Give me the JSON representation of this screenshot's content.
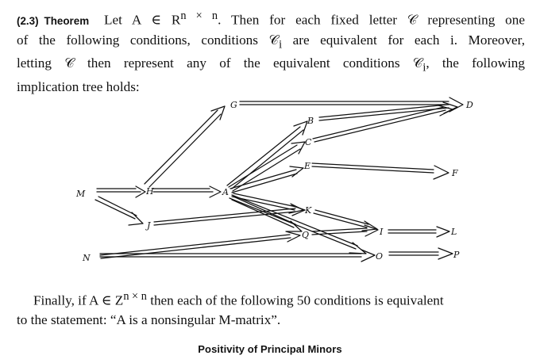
{
  "theorem": {
    "number": "(2.3)",
    "label": "Theorem",
    "line1_text": "Let A ∈ R",
    "line1_sup": "n × n",
    "line1_rest": ". Then for each fixed letter 𝒞 representing one",
    "line2": "of the following conditions, conditions 𝒞",
    "line2_sub": "i",
    "line2_rest": " are equivalent for each i. Moreover,",
    "line3": "letting 𝒞 then represent any of the equivalent conditions 𝒞",
    "line3_sub": "i",
    "line3_rest": ", the following",
    "line4": "implication tree holds:"
  },
  "diagram": {
    "nodes": [
      "M",
      "H",
      "J",
      "A",
      "G",
      "B",
      "C",
      "E",
      "K",
      "Q",
      "N",
      "I",
      "O",
      "D",
      "F",
      "L",
      "P"
    ],
    "edges": [
      [
        "M",
        "H"
      ],
      [
        "M",
        "J"
      ],
      [
        "H",
        "A"
      ],
      [
        "H",
        "G"
      ],
      [
        "G",
        "D"
      ],
      [
        "A",
        "B"
      ],
      [
        "A",
        "C"
      ],
      [
        "A",
        "E"
      ],
      [
        "B",
        "D"
      ],
      [
        "C",
        "D"
      ],
      [
        "E",
        "F"
      ],
      [
        "A",
        "K"
      ],
      [
        "A",
        "Q"
      ],
      [
        "J",
        "K"
      ],
      [
        "K",
        "I"
      ],
      [
        "Q",
        "I"
      ],
      [
        "I",
        "L"
      ],
      [
        "N",
        "Q"
      ],
      [
        "N",
        "O"
      ],
      [
        "O",
        "P"
      ],
      [
        "A",
        "O"
      ]
    ]
  },
  "final": {
    "line1_text": "Finally, if A ∈ Z",
    "line1_sup": "n × n",
    "line1_rest": " then each of the following 50 conditions is equivalent",
    "line2": "to the statement: “A is a nonsingular M-matrix”."
  },
  "section_heading": "Positivity of Principal Minors"
}
